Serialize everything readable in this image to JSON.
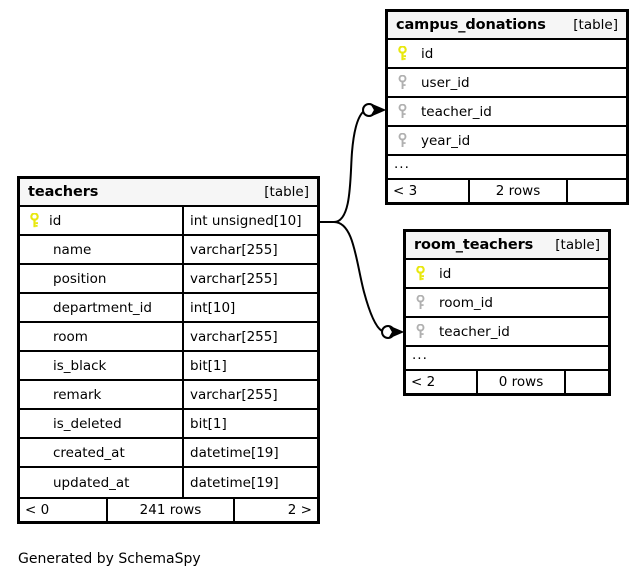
{
  "diagram": {
    "type": "entity-relationship-diagram",
    "caption": "Generated by SchemaSpy",
    "table_tag": "[table]",
    "more_indicator": "..."
  },
  "colors": {
    "primary_key": "#e8e80f",
    "foreign_key": "#b0b0b0",
    "border": "#000000",
    "header_bg": "#f6f6f6",
    "background": "#ffffff"
  },
  "entities": {
    "teachers": {
      "name": "teachers",
      "tag": "[table]",
      "columns": [
        {
          "key": "primary-key",
          "name": "id",
          "type": "int unsigned[10]"
        },
        {
          "key": "none",
          "name": "name",
          "type": "varchar[255]"
        },
        {
          "key": "none",
          "name": "position",
          "type": "varchar[255]"
        },
        {
          "key": "none",
          "name": "department_id",
          "type": "int[10]"
        },
        {
          "key": "none",
          "name": "room",
          "type": "varchar[255]"
        },
        {
          "key": "none",
          "name": "is_black",
          "type": "bit[1]"
        },
        {
          "key": "none",
          "name": "remark",
          "type": "varchar[255]"
        },
        {
          "key": "none",
          "name": "is_deleted",
          "type": "bit[1]"
        },
        {
          "key": "none",
          "name": "created_at",
          "type": "datetime[19]"
        },
        {
          "key": "none",
          "name": "updated_at",
          "type": "datetime[19]"
        }
      ],
      "footer": {
        "left": "< 0",
        "middle": "241 rows",
        "right": "2 >"
      }
    },
    "campus_donations": {
      "name": "campus_donations",
      "tag": "[table]",
      "columns": [
        {
          "key": "primary-key",
          "name": "id",
          "type": ""
        },
        {
          "key": "foreign-key",
          "name": "user_id",
          "type": ""
        },
        {
          "key": "foreign-key",
          "name": "teacher_id",
          "type": ""
        },
        {
          "key": "foreign-key",
          "name": "year_id",
          "type": ""
        }
      ],
      "more": "...",
      "footer": {
        "left": "< 3",
        "middle": "2 rows",
        "right": ""
      }
    },
    "room_teachers": {
      "name": "room_teachers",
      "tag": "[table]",
      "columns": [
        {
          "key": "primary-key",
          "name": "id",
          "type": ""
        },
        {
          "key": "foreign-key",
          "name": "room_id",
          "type": ""
        },
        {
          "key": "foreign-key",
          "name": "teacher_id",
          "type": ""
        }
      ],
      "more": "...",
      "footer": {
        "left": "< 2",
        "middle": "0 rows",
        "right": ""
      }
    }
  },
  "relationships": [
    {
      "name": "teachers-to-campus_donations",
      "from": "teachers.id",
      "to": "campus_donations.teacher_id",
      "cardinality": "zero-or-more"
    },
    {
      "name": "teachers-to-room_teachers",
      "from": "teachers.id",
      "to": "room_teachers.teacher_id",
      "cardinality": "zero-or-more"
    }
  ]
}
